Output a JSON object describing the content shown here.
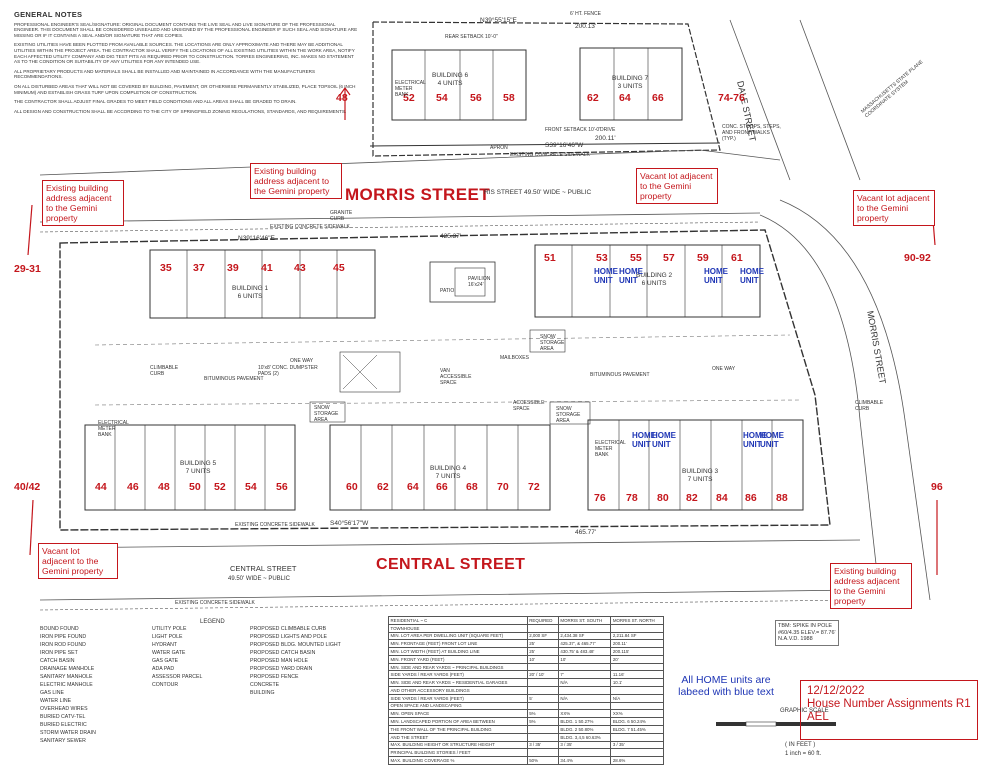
{
  "notes": {
    "title": "GENERAL NOTES",
    "paragraphs": [
      "PROFESSIONAL ENGINEER'S SEAL/SIGNATURE: ORIGINAL DOCUMENT CONTAINS THE LIVE SEAL AND LIVE SIGNATURE OF THE PROFESSIONAL ENGINEER. THIS DOCUMENT SHALL BE CONSIDERED UNSEALED AND UNSIGNED BY THE PROFESSIONAL ENGINEER IF SUCH SEAL AND SIGNATURE ARE MISSING OR IF IT CONTAINS A SEAL AND/OR SIGNATURE THAT ARE COPIES.",
      "EXISTING UTILITIES HAVE BEEN PLOTTED FROM AVAILABLE SOURCES. THE LOCATIONS ARE ONLY APPROXIMATE AND THERE MAY BE ADDITIONAL UTILITIES WITHIN THE PROJECT AREA. THE CONTRACTOR SHALL VERIFY THE LOCATIONS OF ALL EXISTING UTILITIES WITHIN THE WORK AREA, NOTIFY EACH AFFECTED UTILITY COMPANY AND DIG TEST PITS AS REQUIRED PRIOR TO CONSTRUCTION. TORRES ENGINEERING, INC. MAKES NO STATEMENT AS TO THE CONDITION OR SUITABILITY OF ANY UTILITIES FOR ANY INTENDED USE.",
      "ALL PROPRIETARY PRODUCTS AND MATERIALS SHALL BE INSTALLED AND MAINTAINED IN ACCORDANCE WITH THE MANUFACTURERS RECOMMENDATIONS.",
      "ON ALL DISTURBED AREAS THAT WILL NOT BE COVERED BY BUILDING, PAVEMENT, OR OTHERWISE PERMANENTLY STABILIZED, PLACE TOPSOIL (6 INCH MINIMUM) AND ESTABLISH GRASS TURF UPON COMPLETION OF CONSTRUCTION.",
      "THE CONTRACTOR SHALL ADJUST FINAL GRADES TO MEET FIELD CONDITIONS AND ALL AREAS SHALL BE GRADED TO DRAIN.",
      "ALL DESIGN AND CONSTRUCTION SHALL BE ACCORDING TO THE CITY OF SPRINGFIELD ZONING REGULATIONS, STANDARDS, AND REQUIREMENTS."
    ]
  },
  "streets": {
    "morris": "MORRIS STREET",
    "central": "CENTRAL STREET",
    "dale": "DALE STREET",
    "morris_right": "MORRIS STREET",
    "morris_sub": "RIS STREET 49.50' WIDE ~ PUBLIC",
    "central_sub": "CENTRAL STREET",
    "central_width": "49.50' WIDE ~ PUBLIC",
    "state_plane": "MASSACHUSETTS STATE PLANE COORDINATE SYSTEM"
  },
  "callouts": {
    "existing_top": "Existing building address adjacent to the Gemini property",
    "existing_left": "Existing building address adjacent to the Gemini property",
    "vacant_right_top": "Vacant lot adjacent to the Gemini property",
    "vacant_far_right": "Vacant lot adjacent to the Gemini property",
    "vacant_left": "Vacant lot adjacent to the Gemini property",
    "existing_bottom_right": "Existing building address adjacent to the Gemini property"
  },
  "house_numbers": {
    "top_row": [
      "52",
      "54",
      "56",
      "58",
      "62",
      "64",
      "66"
    ],
    "n48": "48",
    "n74_76": "74-76",
    "n29_31": "29-31",
    "n90_92": "90-92",
    "n40_42": "40/42",
    "n96": "96",
    "bldg1": [
      "35",
      "37",
      "39",
      "41",
      "43",
      "45"
    ],
    "bldg2": [
      "51",
      "53",
      "55",
      "57",
      "59",
      "61"
    ],
    "bldg5": [
      "44",
      "46",
      "48",
      "50",
      "52",
      "54",
      "56"
    ],
    "bldg4": [
      "60",
      "62",
      "64",
      "66",
      "68",
      "70",
      "72"
    ],
    "bldg3": [
      "76",
      "78",
      "80",
      "82",
      "84",
      "86",
      "88"
    ]
  },
  "buildings": {
    "b6": "BUILDING 6\n4 UNITS",
    "b7": "BUILDING 7\n3 UNITS",
    "b1": "BUILDING 1\n6 UNITS",
    "b2": "BUILDING 2\n6 UNITS",
    "b5": "BUILDING 5\n7 UNITS",
    "b4": "BUILDING 4\n7 UNITS",
    "b3": "BUILDING 3\n7 UNITS"
  },
  "home_label": "HOME\nUNIT",
  "site_labels": {
    "fence6": "6' HT. FENCE",
    "rear_setback": "REAR SETBACK 10'-0\"",
    "front_setback": "FRONT SETBACK 10'-0\"",
    "bearing_top": "N39°55'15\"E",
    "bearing_mid": "N39°16'46\"E",
    "bearing_bot": "S40°56'17\"W",
    "bearing_top_bot": "S39°16'46\"W",
    "dist_top": "200.13'",
    "dist_mid": "425.37'",
    "dist_bot": "465.77'",
    "dist_top_bot": "200.11'",
    "sidewalk": "EXISTING CONCRETE SIDEWALK",
    "patio": "PATIO",
    "pavilion": "PAVILION 16'x24'",
    "bituminous": "BITUMINOUS PAVEMENT",
    "one_way": "ONE WAY",
    "snow": "SNOW STORAGE AREA",
    "dumpster": "10'x8' CONC. DUMPSTER PADS (2)",
    "mailboxes": "MAILBOXES",
    "van_space": "VAN ACCESSIBLE SPACE",
    "accessible": "ACCESSIBLE SPACE",
    "climbable": "CLIMBABLE CURB",
    "meter": "ELECTRICAL METER BANK",
    "apron": "APRON",
    "drive": "DRIVE",
    "granite": "GRANITE CURB",
    "dale_note": "CONC. STOOPS, STEPS, AND FRONT WALKS (TYP.)"
  },
  "legend": {
    "title": "LEGEND",
    "col1": [
      "BOUND FOUND",
      "IRON PIPE FOUND",
      "IRON ROD FOUND",
      "IRON PIPE SET",
      "CATCH BASIN",
      "DRAINAGE MANHOLE",
      "SANITARY MANHOLE",
      "ELECTRIC MANHOLE",
      "GAS LINE",
      "WATER LINE",
      "OVERHEAD WIRES",
      "BURIED CATV-TEL",
      "BURIED ELECTRIC",
      "STORM WATER DRAIN",
      "SANITARY SEWER"
    ],
    "col2": [
      "UTILITY POLE",
      "LIGHT POLE",
      "HYDRANT",
      "WATER GATE",
      "GAS GATE",
      "ADA PAD",
      "ASSESSOR PARCEL",
      "CONTOUR"
    ],
    "col3": [
      "PROPOSED CLIMBABLE CURB",
      "PROPOSED LIGHTS AND POLE",
      "PROPOSED BLDG. MOUNTED LIGHT",
      "PROPOSED CATCH BASIN",
      "PROPOSED MAN HOLE",
      "PROPOSED YARD DRAIN",
      "PROPOSED FENCE",
      "CONCRETE",
      "BUILDING"
    ]
  },
  "zoning": {
    "header": [
      "RESIDENTIAL ~ C",
      "REQUIRED",
      "MORRIS ST. SOUTH",
      "MORRIS ST. NORTH"
    ],
    "rows": [
      [
        "TOWNHOUSE",
        "",
        "",
        ""
      ],
      [
        "MIN. LOT AREA PER DWELLING UNIT (SQUARE FEET)",
        "2,000 SF",
        "2,434.38 SF",
        "2,211.84 SF"
      ],
      [
        "MIN. FRONTAGE (FEET) FRONT LOT LINE",
        "25'",
        "425.37', & 465.77'",
        "200.11'"
      ],
      [
        "MIN. LOT WIDTH (FEET) AT BUILDING LINE",
        "25'",
        "430.75' & 483.48'",
        "200.115'"
      ],
      [
        "MIN. FRONT YARD (FEET)",
        "10'",
        "10'",
        "20'"
      ],
      [
        "MIN. SIDE AND REAR YARDS ~ PRINCIPAL BUILDINGS",
        "",
        "",
        ""
      ],
      [
        "SIDE YARDS / REAR YARDS (FEET)",
        "20' / 10'",
        "7'",
        "11.16'"
      ],
      [
        "MIN. SIDE AND REAR YARDS ~ RESIDENTIAL GARAGES",
        "",
        "N/A",
        "10.1'"
      ],
      [
        "AND OTHER ACCESSORY BUILDINGS",
        "",
        "",
        ""
      ],
      [
        "SIDE YARDS / REAR YARDS (FEET)",
        "5'",
        "N/A",
        "N/A"
      ],
      [
        "OPEN SPACE AND LANDSCAPING",
        "",
        "",
        ""
      ],
      [
        "MIN. OPEN SPACE",
        "5%",
        "XX%",
        "XX%"
      ],
      [
        "MIN. LANDSCAPED PORTION OF AREA BETWEEN",
        "5%",
        "BLDG. 1 50.27%",
        "BLDG. 6 50.24%"
      ],
      [
        "THE FRONT WALL OF THE PRINCIPAL BUILDING",
        "",
        "BLDG. 2 50.80%",
        "BLDG. 7 51.45%"
      ],
      [
        "AND THE STREET",
        "",
        "BLDG. 3,4,5 60.63%",
        ""
      ],
      [
        "MAX. BUILDING HEIGHT OR STRUCTURE HEIGHT",
        "3 / 35'",
        "3 / 35'",
        "3 / 35'"
      ],
      [
        "PRINCIPAL BUILDING STORIES / FEET",
        "",
        "",
        ""
      ],
      [
        "MAX. BUILDING COVERAGE %",
        "50%",
        "34.4%",
        "28.6%"
      ]
    ]
  },
  "blue_note": "All HOME units are labeed with blue text",
  "date_box": {
    "date": "12/12/2022",
    "line1": "House Number Assignments R1",
    "line2": "AEL"
  },
  "tbm": "TBM: SPIKE IN POLE #60/4.35 ELEV.= 87.76' N.A.V.D. 1988",
  "scale": {
    "title": "GRAPHIC SCALE",
    "unit": "( IN FEET )",
    "ratio": "1 inch = 60 ft."
  },
  "colors": {
    "accent": "#c4161c",
    "home": "#1f36b5",
    "line": "#333333"
  }
}
